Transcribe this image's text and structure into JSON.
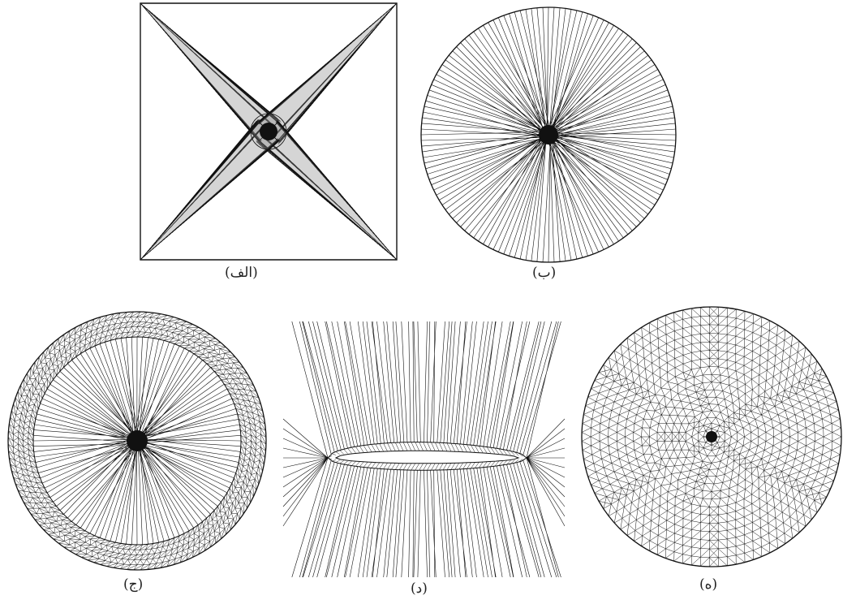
{
  "figure": {
    "panels": [
      {
        "id": "a",
        "caption": "(الف)"
      },
      {
        "id": "b",
        "caption": "(ب)"
      },
      {
        "id": "c",
        "caption": "(ج)"
      },
      {
        "id": "d",
        "caption": "(د)"
      },
      {
        "id": "e",
        "caption": "(ه)"
      }
    ],
    "colors": {
      "mesh": "#111111",
      "background": "#ffffff",
      "dense": "#555555"
    }
  }
}
